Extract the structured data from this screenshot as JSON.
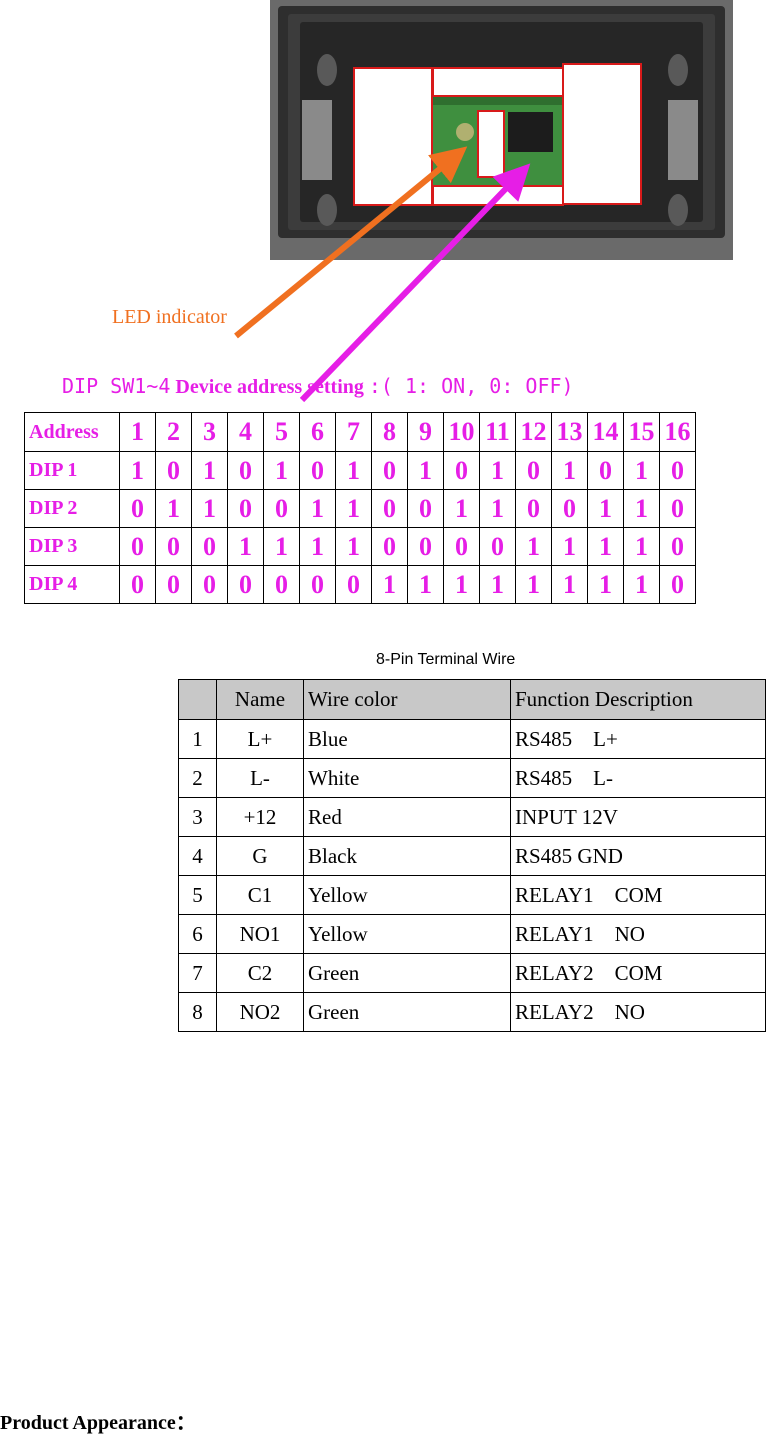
{
  "photo": {
    "led_label": "LED indicator"
  },
  "dip_section": {
    "heading_prefix": "DIP SW1~4",
    "heading_main": "Device address setting",
    "heading_suffix": ":( 1: ON, 0: OFF)",
    "header_label": "Address",
    "addresses": [
      "1",
      "2",
      "3",
      "4",
      "5",
      "6",
      "7",
      "8",
      "9",
      "10",
      "11",
      "12",
      "13",
      "14",
      "15",
      "16"
    ],
    "rows": [
      {
        "label": "DIP 1",
        "values": [
          "1",
          "0",
          "1",
          "0",
          "1",
          "0",
          "1",
          "0",
          "1",
          "0",
          "1",
          "0",
          "1",
          "0",
          "1",
          "0"
        ]
      },
      {
        "label": "DIP 2",
        "values": [
          "0",
          "1",
          "1",
          "0",
          "0",
          "1",
          "1",
          "0",
          "0",
          "1",
          "1",
          "0",
          "0",
          "1",
          "1",
          "0"
        ]
      },
      {
        "label": "DIP 3",
        "values": [
          "0",
          "0",
          "0",
          "1",
          "1",
          "1",
          "1",
          "0",
          "0",
          "0",
          "0",
          "1",
          "1",
          "1",
          "1",
          "0"
        ]
      },
      {
        "label": "DIP 4",
        "values": [
          "0",
          "0",
          "0",
          "0",
          "0",
          "0",
          "0",
          "1",
          "1",
          "1",
          "1",
          "1",
          "1",
          "1",
          "1",
          "0"
        ]
      }
    ]
  },
  "wire_section": {
    "caption": "8-Pin Terminal Wire",
    "headers": [
      "",
      "Name",
      "Wire color",
      "Function Description"
    ],
    "rows": [
      [
        "1",
        "L+",
        "Blue",
        "RS485    L+"
      ],
      [
        "2",
        "L-",
        "White",
        "RS485    L-"
      ],
      [
        "3",
        "+12",
        "Red",
        "INPUT 12V"
      ],
      [
        "4",
        "G",
        "Black",
        "RS485 GND"
      ],
      [
        "5",
        "C1",
        "Yellow",
        "RELAY1    COM"
      ],
      [
        "6",
        "NO1",
        "Yellow",
        "RELAY1    NO"
      ],
      [
        "7",
        "C2",
        "Green",
        "RELAY2    COM"
      ],
      [
        "8",
        "NO2",
        "Green",
        "RELAY2    NO"
      ]
    ]
  },
  "footer": {
    "label": "Product Appearance："
  },
  "colors": {
    "magenta": "#e61ee6",
    "orange": "#f07020",
    "header_gray": "#c8c8c8"
  }
}
